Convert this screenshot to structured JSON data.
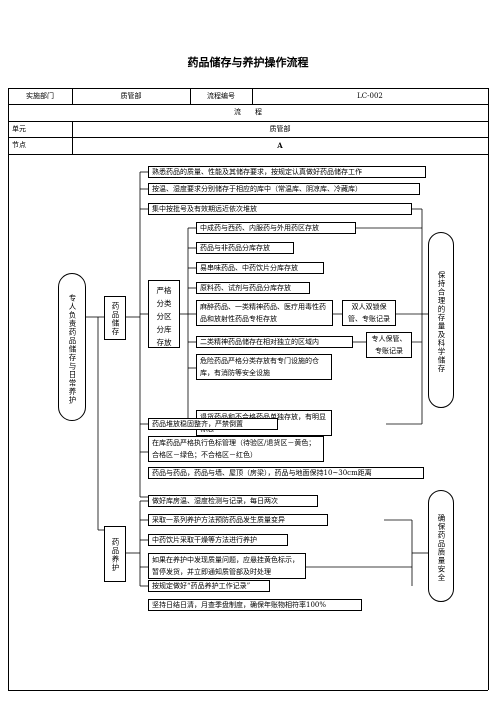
{
  "document": {
    "title": "药品储存与养护操作流程",
    "header": {
      "dept_label": "实施部门",
      "dept_value": "质管部",
      "code_label": "流程编号",
      "code_value": "LC-002"
    },
    "process_label": "流　　程",
    "unit_label": "单元",
    "unit_value": "质管部",
    "node_label": "节点",
    "node_value": "A"
  },
  "flow": {
    "left_oval": "专人负责药品储存与日常养护",
    "storage_label": "药品储存",
    "partition_label": "严格分类分区分库存放",
    "maintenance_label": "药品养护",
    "right_oval_top": "保持合理的存量及科学储存",
    "right_oval_bottom": "确保药品质量安全",
    "storage_steps": [
      "熟悉药品的质量、性能及其储存要求，按规定认真做好药品储存工作",
      "按温、湿度要求分别储存于相应的库中（常温库、阴凉库、冷藏库）",
      "集中按批号及有效期远近依次堆放"
    ],
    "partition_steps": [
      "中成药与西药、内服药与外用药区存放",
      "药品与非药品分库存放",
      "易串味药品、中药饮片分库存放",
      "原料药、试剂与药品分库存放",
      "麻醉药品、一类精神药品、医疗用毒性药品和放射性药品专柜存放",
      "二类精神药品储存在相对独立的区域内",
      "危险药品严格分类存放有专门设施的仓库，有消防等安全设施",
      "退货药品和不合格药品单独存放，有明显标志"
    ],
    "special_notes": [
      "双人双锁保管、专账记录",
      "专人保管、专账记录"
    ],
    "after_steps": [
      "药品堆放稳固整齐，严禁倒置",
      "在库药品严格执行色标管理（待验区/退货区－黄色；合格区－绿色；不合格区－红色）",
      "药品与药品，药品与墙、屋顶（房梁），药品与地面保持10~30cm距离"
    ],
    "maintenance_steps": [
      "做好库房温、湿度检测与记录，每日两次",
      "采取一系列养护方法预防药品发生质量变异",
      "中药饮片采取干燥等方法进行养护",
      "如果在养护中发现质量问题，应悬挂黄色标示，暂停发货，并立即通知质管部及时处理",
      "按规定做好“药品养护工作记录”",
      "坚持日结日清，月查季盘制度，确保年账物相符率100%"
    ]
  }
}
